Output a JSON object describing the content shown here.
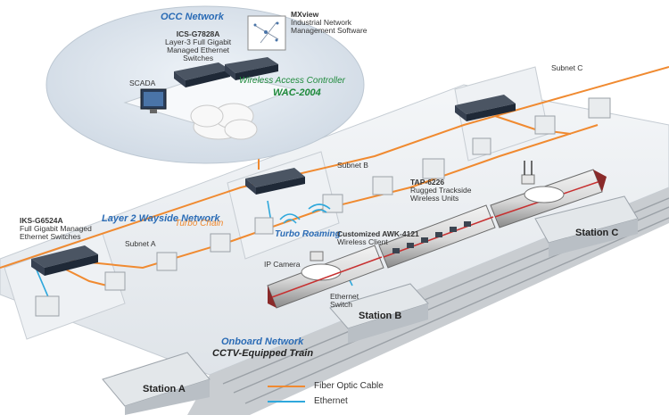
{
  "colors": {
    "fiber": "#f08a30",
    "ethernet": "#2fa8dc",
    "blue_text": "#2a6bb5",
    "green_text": "#1f8a3c"
  },
  "occ": {
    "title": "OCC Network",
    "scada": "SCADA",
    "switch_name": "ICS-G7828A",
    "switch_desc_1": "Layer-3 Full Gigabit",
    "switch_desc_2": "Managed Ethernet",
    "switch_desc_3": "Switches",
    "mxview_name": "MXview",
    "mxview_desc_1": "Industrial Network",
    "mxview_desc_2": "Management Software",
    "wac_title": "Wireless Access Controller",
    "wac_model": "WAC-2004"
  },
  "wayside": {
    "title": "Layer 2 Wayside Network",
    "turbo_chain": "Turbo Chain",
    "subnet_a": "Subnet A",
    "subnet_b": "Subnet B",
    "subnet_c": "Subnet C",
    "iks_name": "IKS-G6524A",
    "iks_desc_1": "Full Gigabit Managed",
    "iks_desc_2": "Ethernet Switches",
    "tap_name": "TAP-6226",
    "tap_desc_1": "Rugged Trackside",
    "tap_desc_2": "Wireless Units",
    "turbo_roaming": "Turbo Roaming"
  },
  "onboard": {
    "awk_name": "Customized AWK-4121",
    "awk_desc": "Wireless Client",
    "ip_camera": "IP Camera",
    "eth_switch_1": "Ethernet",
    "eth_switch_2": "Switch",
    "title": "Onboard Network",
    "train": "CCTV-Equipped Train"
  },
  "stations": {
    "a": "Station A",
    "b": "Station B",
    "c": "Station C"
  },
  "legend": {
    "fiber": "Fiber Optic Cable",
    "ethernet": "Ethernet"
  }
}
